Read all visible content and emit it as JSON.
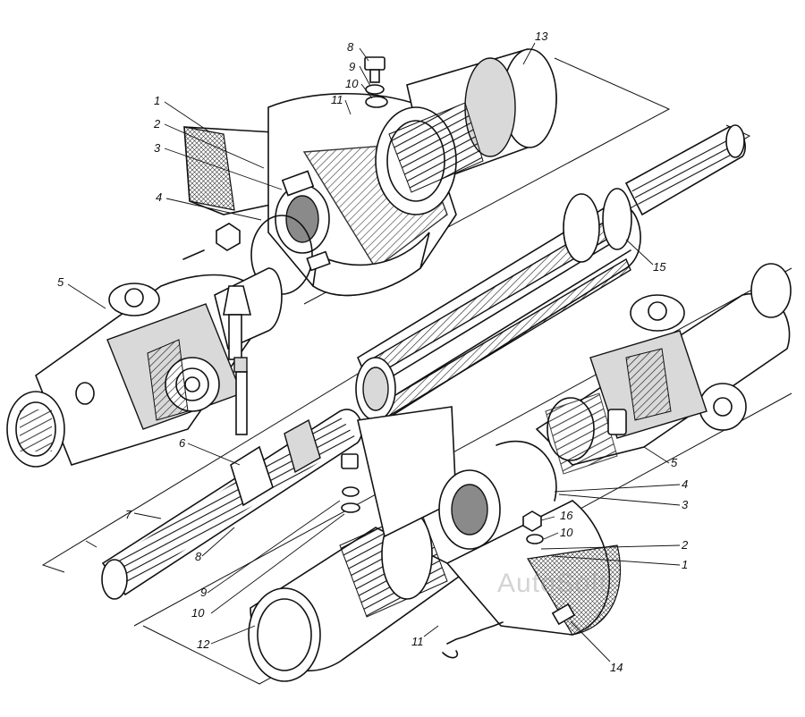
{
  "watermark": "AutoSoft",
  "callouts": [
    {
      "id": "c8-top",
      "text": "8"
    },
    {
      "id": "c9-top",
      "text": "9"
    },
    {
      "id": "c10-top",
      "text": "10"
    },
    {
      "id": "c11-top",
      "text": "11"
    },
    {
      "id": "c13",
      "text": "13"
    },
    {
      "id": "c1-top",
      "text": "1"
    },
    {
      "id": "c2-top",
      "text": "2"
    },
    {
      "id": "c3-top",
      "text": "3"
    },
    {
      "id": "c4-top",
      "text": "4"
    },
    {
      "id": "c15",
      "text": "15"
    },
    {
      "id": "c5-left",
      "text": "5"
    },
    {
      "id": "c6",
      "text": "6"
    },
    {
      "id": "c7",
      "text": "7"
    },
    {
      "id": "c8-bot",
      "text": "8"
    },
    {
      "id": "c9-bot",
      "text": "9"
    },
    {
      "id": "c10-bot",
      "text": "10"
    },
    {
      "id": "c12",
      "text": "12"
    },
    {
      "id": "c11-bot",
      "text": "11"
    },
    {
      "id": "c14",
      "text": "14"
    },
    {
      "id": "c5-right",
      "text": "5"
    },
    {
      "id": "c4-bot",
      "text": "4"
    },
    {
      "id": "c3-bot",
      "text": "3"
    },
    {
      "id": "c16",
      "text": "16"
    },
    {
      "id": "c10-right",
      "text": "10"
    },
    {
      "id": "c2-bot",
      "text": "2"
    },
    {
      "id": "c1-bot",
      "text": "1"
    }
  ]
}
